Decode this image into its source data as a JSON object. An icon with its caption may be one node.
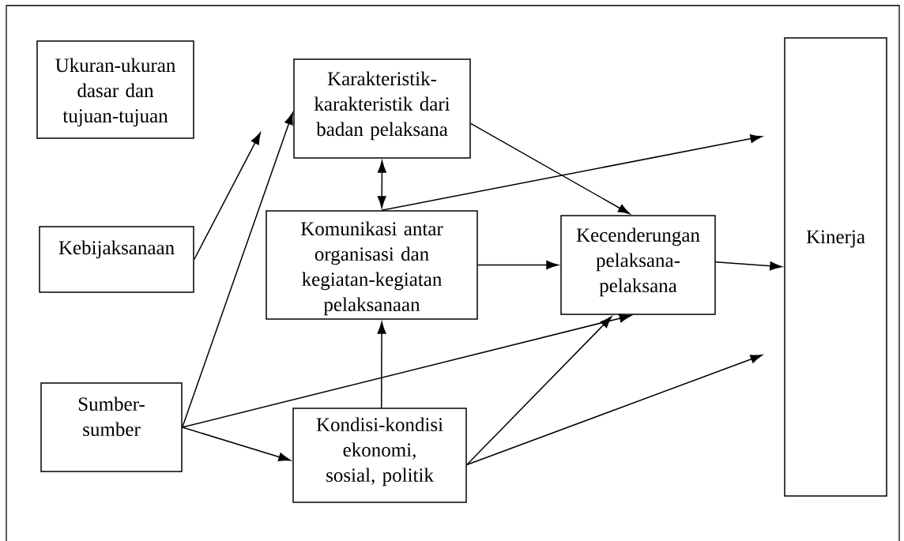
{
  "diagram": {
    "nodes": [
      {
        "text": [
          "Ukuran-ukuran dasar dan tujuan-tujuan"
        ]
      },
      {
        "text": [
          "Karakteristik-karakteristik dari badan pelaksana"
        ]
      },
      {
        "text": [
          "Kebijaksanaan"
        ]
      },
      {
        "text": [
          "Komunikasi antar organisasi dan kegiatan-kegiatan pelaksanaan"
        ]
      },
      {
        "text": [
          "Kecenderungan pelaksana-pelaksana"
        ]
      },
      {
        "text": [
          "Kinerja"
        ]
      },
      {
        "text": [
          "Sumber-sumber"
        ]
      },
      {
        "text": [
          "Kondisi-kondisi ekonomi, sosial, politik"
        ]
      }
    ],
    "edges": [
      {
        "from": 2,
        "to": 1,
        "arrow": "to"
      },
      {
        "from": 6,
        "to": 1,
        "arrow": "to"
      },
      {
        "from": 1,
        "to": 3,
        "arrow": "both"
      },
      {
        "from": 1,
        "to": 4,
        "arrow": "to"
      },
      {
        "from": 3,
        "to": 5,
        "arrow": "to"
      },
      {
        "from": 3,
        "to": 4,
        "arrow": "to"
      },
      {
        "from": 4,
        "to": 5,
        "arrow": "to"
      },
      {
        "from": 7,
        "to": 3,
        "arrow": "to"
      },
      {
        "from": 6,
        "to": 4,
        "arrow": "to"
      },
      {
        "from": 6,
        "to": 7,
        "arrow": "to"
      },
      {
        "from": 7,
        "to": 4,
        "arrow": "to"
      },
      {
        "from": 7,
        "to": 5,
        "arrow": "to"
      }
    ]
  }
}
